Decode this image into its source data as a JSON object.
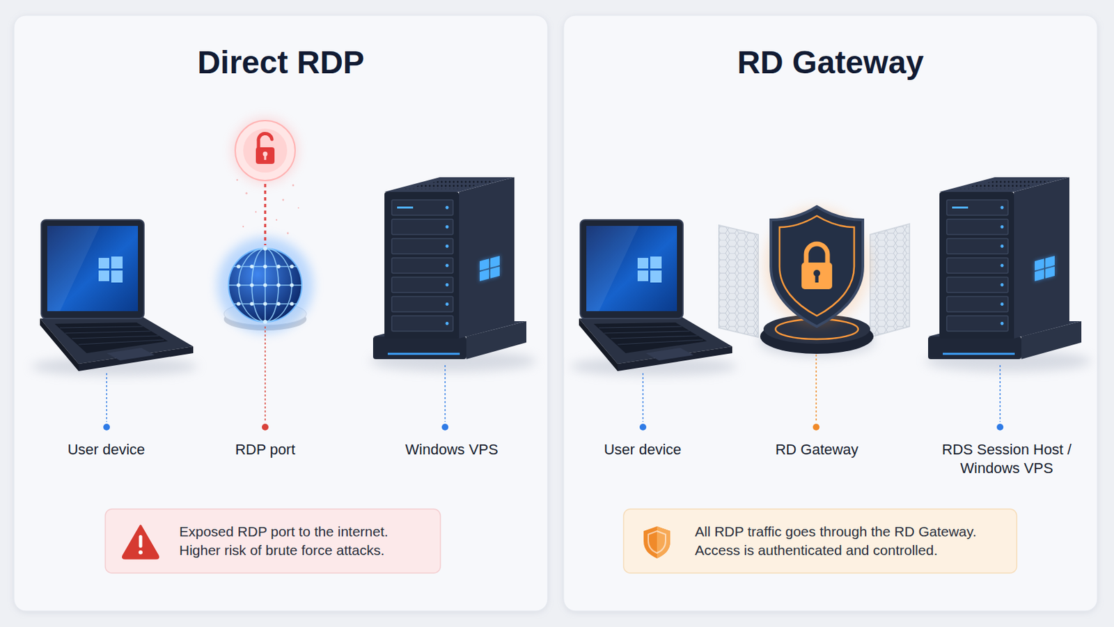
{
  "diagram": {
    "nodes": [
      {
        "text": [
          "Direct RDP"
        ]
      },
      {
        "text": [
          "User device"
        ],
        "in": 0
      },
      {
        "text": [
          "RDP port"
        ],
        "in": 0
      },
      {
        "text": [
          "Windows VPS"
        ],
        "in": 0
      },
      {
        "text": [
          "Exposed RDP port to the internet. Higher risk of brute force attacks."
        ],
        "in": 0
      },
      {
        "text": [
          "RD Gateway"
        ]
      },
      {
        "text": [
          "User device"
        ],
        "in": 5
      },
      {
        "text": [
          "RD Gateway"
        ],
        "in": 5
      },
      {
        "text": [
          "RDS Session Host / Windows VPS"
        ],
        "in": 5
      },
      {
        "text": [
          "All RDP traffic goes through the RD Gateway. Access is authenticated and controlled."
        ],
        "in": 5
      }
    ],
    "edges": [
      {
        "from": 1,
        "to": 2,
        "arrow": "none"
      },
      {
        "from": 2,
        "to": 3,
        "arrow": "none"
      },
      {
        "from": 6,
        "to": 7,
        "arrow": "none"
      },
      {
        "from": 7,
        "to": 8,
        "arrow": "none"
      }
    ]
  }
}
